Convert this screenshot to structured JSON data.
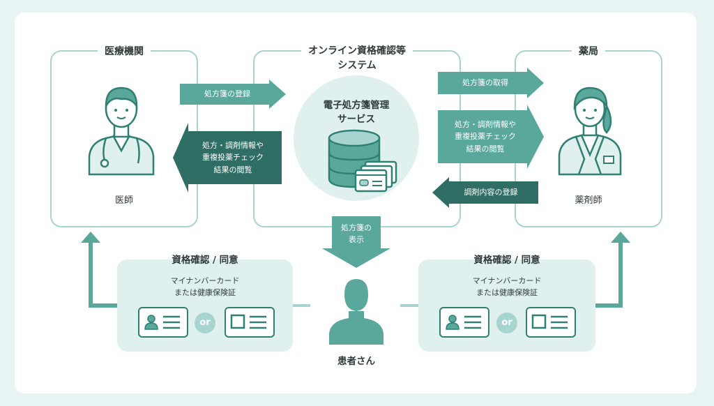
{
  "hospital": {
    "title": "医療機関",
    "role": "医師"
  },
  "system": {
    "title_line1": "オンライン資格確認等",
    "title_line2": "システム",
    "service": "電子処方箋管理\nサービス"
  },
  "pharmacy": {
    "title": "薬局",
    "role": "薬剤師"
  },
  "arrows": {
    "register_rx": "処方箋の登録",
    "view_results_doctor": "処方・調剤情報や\n重複投薬チェック\n結果の閲覧",
    "obtain_rx": "処方箋の取得",
    "view_results_pharm": "処方・調剤情報や\n重複投薬チェック\n結果の閲覧",
    "register_dispense": "調剤内容の登録",
    "display_rx": "処方箋の\n表示"
  },
  "consent_left": {
    "title": "資格確認 / 同意",
    "sub": "マイナンバーカード\nまたは健康保険証",
    "or": "or"
  },
  "consent_right": {
    "title": "資格確認 / 同意",
    "sub": "マイナンバーカード\nまたは健康保険証",
    "or": "or"
  },
  "patient": {
    "label": "患者さん"
  },
  "colors": {
    "dark": "#2e6e64",
    "mid": "#5aa89c",
    "light": "#a7d4cf",
    "pale": "#dff0ee"
  }
}
